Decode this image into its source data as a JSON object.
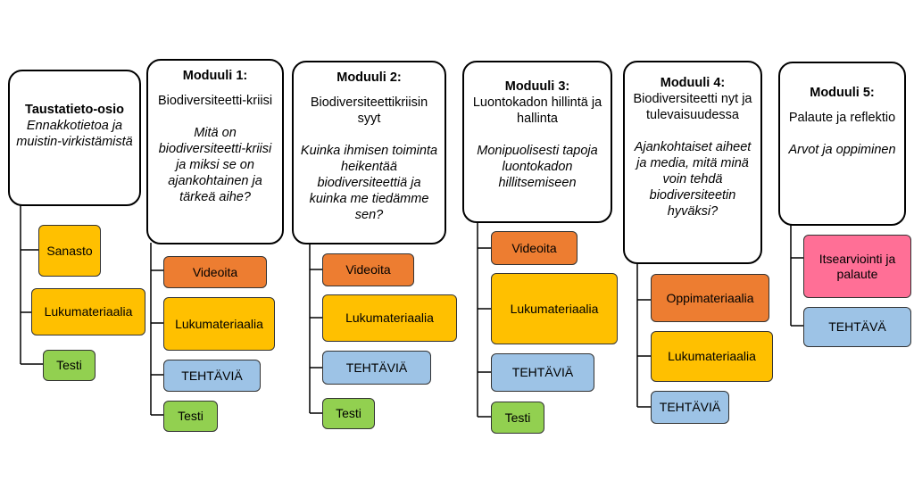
{
  "background": {
    "title": "Taustatieto-osio",
    "subtitle": "Ennakkotietoa ja muistin-virkistämistä",
    "items": [
      "Sanasto",
      "Lukumateriaalia",
      "Testi"
    ]
  },
  "modules": [
    {
      "title": "Moduuli 1:",
      "subtitle": "Biodiversiteetti-kriisi",
      "question": "Mitä on biodiversiteetti-kriisi ja miksi se on ajankohtainen ja tärkeä aihe?",
      "items": [
        "Videoita",
        "Lukumateriaalia",
        "TEHTÄVIÄ",
        "Testi"
      ]
    },
    {
      "title": "Moduuli 2:",
      "subtitle": "Biodiversiteettikriisin syyt",
      "question": "Kuinka ihmisen toiminta heikentää biodiversiteettiä ja kuinka me tiedämme sen?",
      "items": [
        "Videoita",
        "Lukumateriaalia",
        "TEHTÄVIÄ",
        "Testi"
      ]
    },
    {
      "title": "Moduuli 3:",
      "subtitle": "Luontokadon hillintä ja hallinta",
      "question": "Monipuolisesti tapoja luontokadon hillitsemiseen",
      "items": [
        "Videoita",
        "Lukumateriaalia",
        "TEHTÄVIÄ",
        "Testi"
      ]
    },
    {
      "title": "Moduuli 4:",
      "subtitle": "Biodiversiteetti nyt ja tulevaisuudessa",
      "question": "Ajankohtaiset aiheet ja media, mitä minä voin tehdä biodiversiteetin hyväksi?",
      "items": [
        "Oppimateriaalia",
        "Lukumateriaalia",
        "TEHTÄVIÄ"
      ]
    },
    {
      "title": "Moduuli 5:",
      "subtitle": "Palaute ja reflektio",
      "question": "Arvot ja oppiminen",
      "items": [
        "Itsearviointi ja palaute",
        "TEHTÄVÄ"
      ]
    }
  ],
  "colors": {
    "yellow": "#ffc000",
    "orange": "#ed7d31",
    "green": "#92d050",
    "blue": "#9dc3e6",
    "pink": "#ff6f96"
  }
}
